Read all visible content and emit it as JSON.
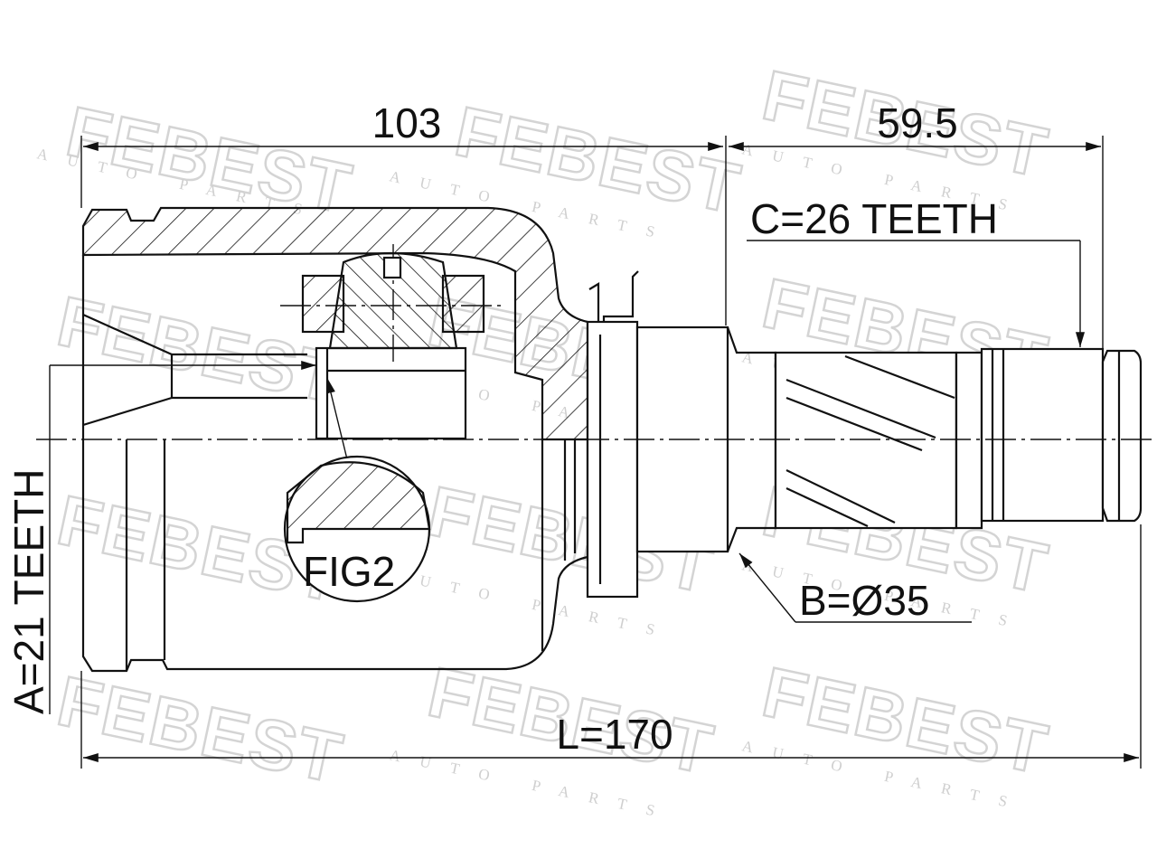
{
  "brand": {
    "watermark": "FEBEST",
    "watermark_sub": "AUTO PARTS"
  },
  "dimensions": {
    "length_103": "103",
    "length_59_5": "59.5",
    "total_length": "L=170",
    "spline_a": "A=21 TEETH",
    "spline_b": "B=Ø35",
    "spline_c": "C=26 TEETH",
    "detail_label": "FIG2"
  },
  "colors": {
    "line": "#111111",
    "watermark": "#d4d4d4",
    "background": "#ffffff"
  }
}
